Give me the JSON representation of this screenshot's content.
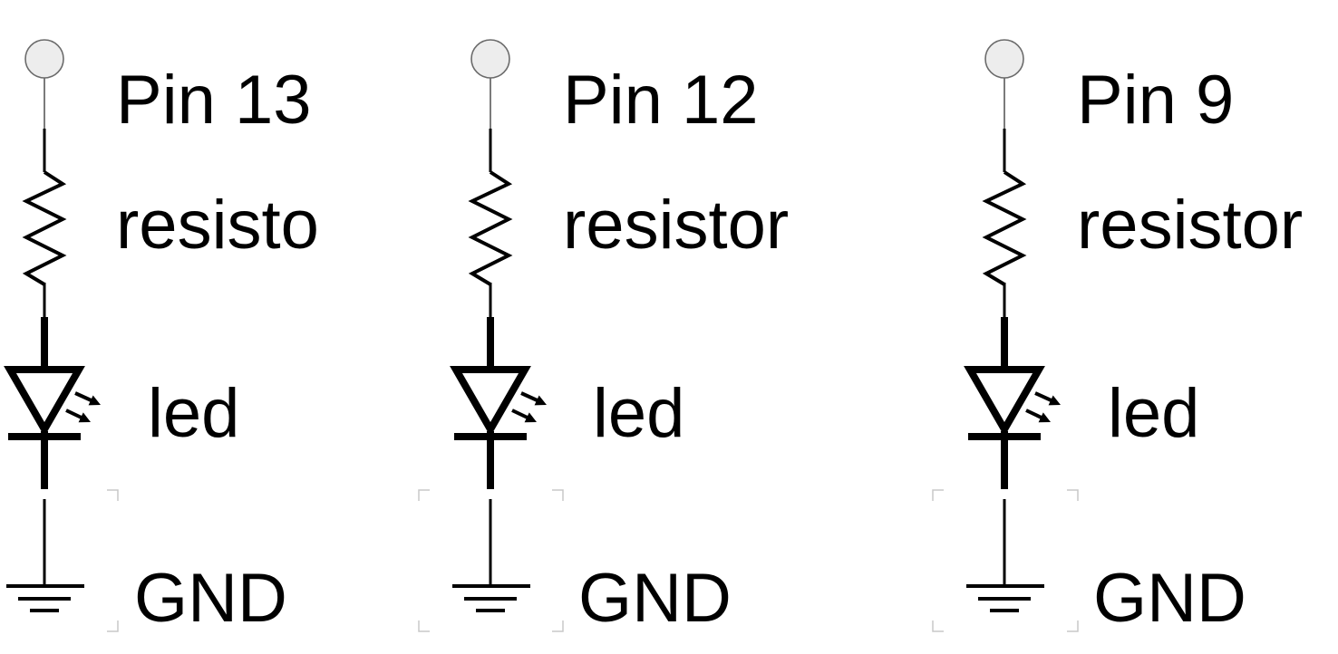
{
  "diagram": {
    "type": "schematic",
    "colors": {
      "wire": "#000000",
      "thin_wire": "#5a5a5a",
      "pin_fill": "#ededed",
      "pin_stroke": "#6b6b6b",
      "selection_corner": "#c8c8c8",
      "text": "#000000"
    },
    "circuits": [
      {
        "id": "pin13",
        "pin_label": "Pin 13",
        "resistor_label": "resisto",
        "led_label": "led",
        "ground_label": "GND",
        "selection_corners": "partial"
      },
      {
        "id": "pin12",
        "pin_label": "Pin 12",
        "resistor_label": "resistor",
        "led_label": "led",
        "ground_label": "GND",
        "selection_corners": "full"
      },
      {
        "id": "pin9",
        "pin_label": "Pin 9",
        "resistor_label": "resistor",
        "led_label": "led",
        "ground_label": "GND",
        "selection_corners": "full"
      }
    ]
  }
}
